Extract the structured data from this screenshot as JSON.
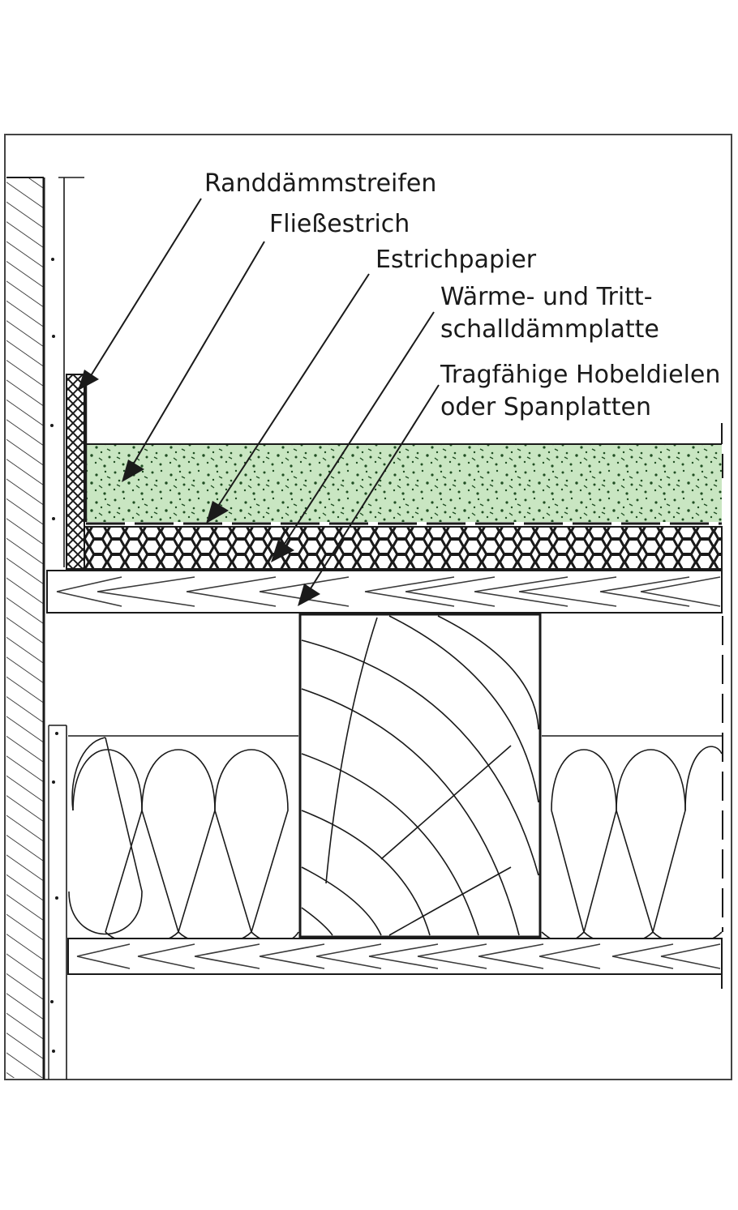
{
  "diagram": {
    "type": "construction-cross-section",
    "subject": "Holzbalkendecke mit Fließestrich",
    "labels": [
      {
        "id": "randdaemmstreifen",
        "lines": [
          "Randdämmstreifen"
        ]
      },
      {
        "id": "fliessestrich",
        "lines": [
          "Fließestrich"
        ]
      },
      {
        "id": "estrichpapier",
        "lines": [
          "Estrichpapier"
        ]
      },
      {
        "id": "waermedaemmplatte",
        "lines": [
          "Wärme- und Tritt-",
          "schalldämmplatte"
        ]
      },
      {
        "id": "hobeldielen",
        "lines": [
          "Tragfähige Hobeldielen",
          "oder Spanplatten"
        ]
      }
    ],
    "layers": [
      "Fließestrich",
      "Estrichpapier",
      "Wärme- und Trittschalldämmplatte",
      "Tragfähige Hobeldielen oder Spanplatten",
      "Holzbalken",
      "Mineralwolle-Dämmung",
      "Untere Schalung",
      "Wand (Mauerwerk)"
    ],
    "colors": {
      "screed_green": "#c9e6c2",
      "screed_dots": "#1f4d22",
      "line": "#1a1a1a",
      "frame": "#444444"
    }
  }
}
